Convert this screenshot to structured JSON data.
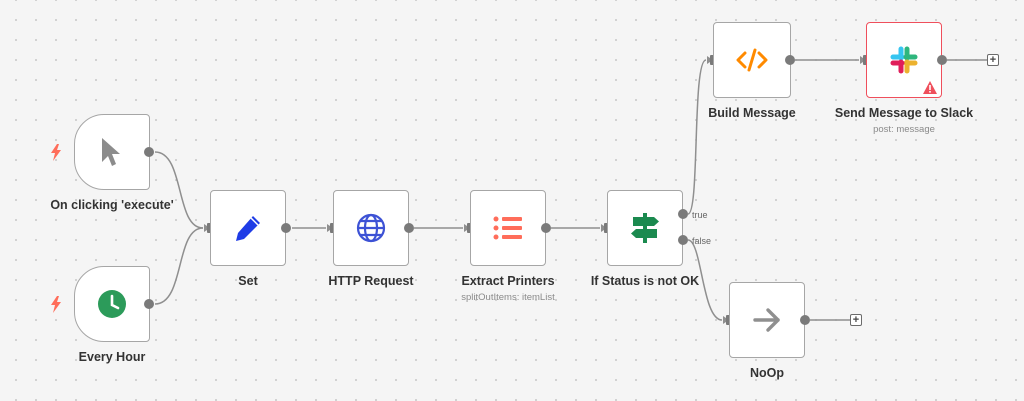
{
  "workflow": {
    "nodes": [
      {
        "id": "manual-trigger",
        "label": "On clicking 'execute'",
        "icon": "cursor-icon",
        "trigger": true
      },
      {
        "id": "cron",
        "label": "Every Hour",
        "icon": "clock-icon",
        "trigger": true
      },
      {
        "id": "set",
        "label": "Set",
        "icon": "pen-icon"
      },
      {
        "id": "http",
        "label": "HTTP Request",
        "icon": "globe-icon"
      },
      {
        "id": "extract",
        "label": "Extract Printers",
        "sublabel": "splitOutItems: itemList",
        "icon": "list-icon"
      },
      {
        "id": "if",
        "label": "If Status is not OK",
        "icon": "signpost-icon"
      },
      {
        "id": "build",
        "label": "Build Message",
        "icon": "code-icon"
      },
      {
        "id": "slack",
        "label": "Send Message to Slack",
        "sublabel": "post: message",
        "icon": "slack-icon",
        "has_issue": true
      },
      {
        "id": "noop",
        "label": "NoOp",
        "icon": "arrow-right-icon"
      }
    ],
    "branches": {
      "true_label": "true",
      "false_label": "false"
    },
    "add_symbol": "+"
  },
  "colors": {
    "canvas": "#f5f5f5",
    "edge": "#8f8f8f",
    "trigger_bolt": "#ff6d5a",
    "cursor": "#8c8c8c",
    "clock": "#2c9b5a",
    "pen": "#1f3ce6",
    "globe": "#3d52d5",
    "list": "#ff6d5a",
    "signpost": "#1b8a4f",
    "code": "#ff8a00",
    "noop_arrow": "#8f8f8f",
    "error_border": "#ef4f5c"
  }
}
